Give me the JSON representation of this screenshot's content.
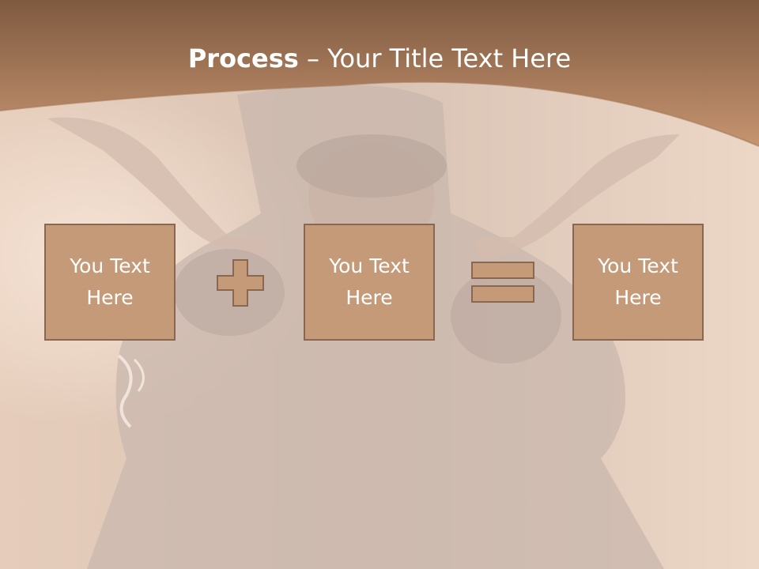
{
  "slide": {
    "title_bold": "Process",
    "title_rest": " – Your Title Text Here",
    "boxes": [
      {
        "text": "You Text Here"
      },
      {
        "text": "You Text Here"
      },
      {
        "text": "You Text Here"
      }
    ],
    "operators": [
      "plus-icon",
      "equals-icon"
    ]
  },
  "colors": {
    "banner_top": "#7f5a40",
    "banner_bottom": "#c69470",
    "box_fill": "#c59a78",
    "box_border": "#8a6750",
    "text": "#ffffff"
  }
}
